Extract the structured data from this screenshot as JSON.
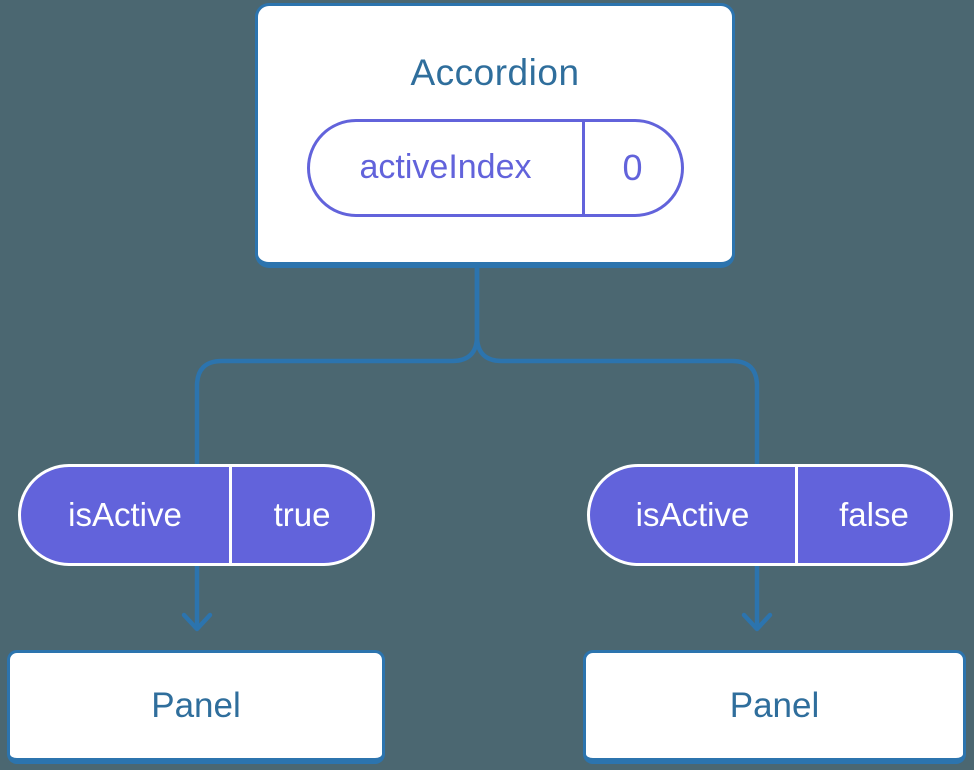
{
  "diagram": {
    "root": {
      "title": "Accordion",
      "state": {
        "label": "activeIndex",
        "value": "0"
      }
    },
    "children": [
      {
        "prop": {
          "label": "isActive",
          "value": "true"
        },
        "panel": {
          "title": "Panel"
        }
      },
      {
        "prop": {
          "label": "isActive",
          "value": "false"
        },
        "panel": {
          "title": "Panel"
        }
      }
    ]
  },
  "colors": {
    "background": "#4B6771",
    "line_blue": "#2C74AE",
    "heading_blue": "#2F6E9C",
    "pill_purple": "#6263DB",
    "pill_text": "#FFFFFF",
    "box_background": "#FFFFFF"
  }
}
